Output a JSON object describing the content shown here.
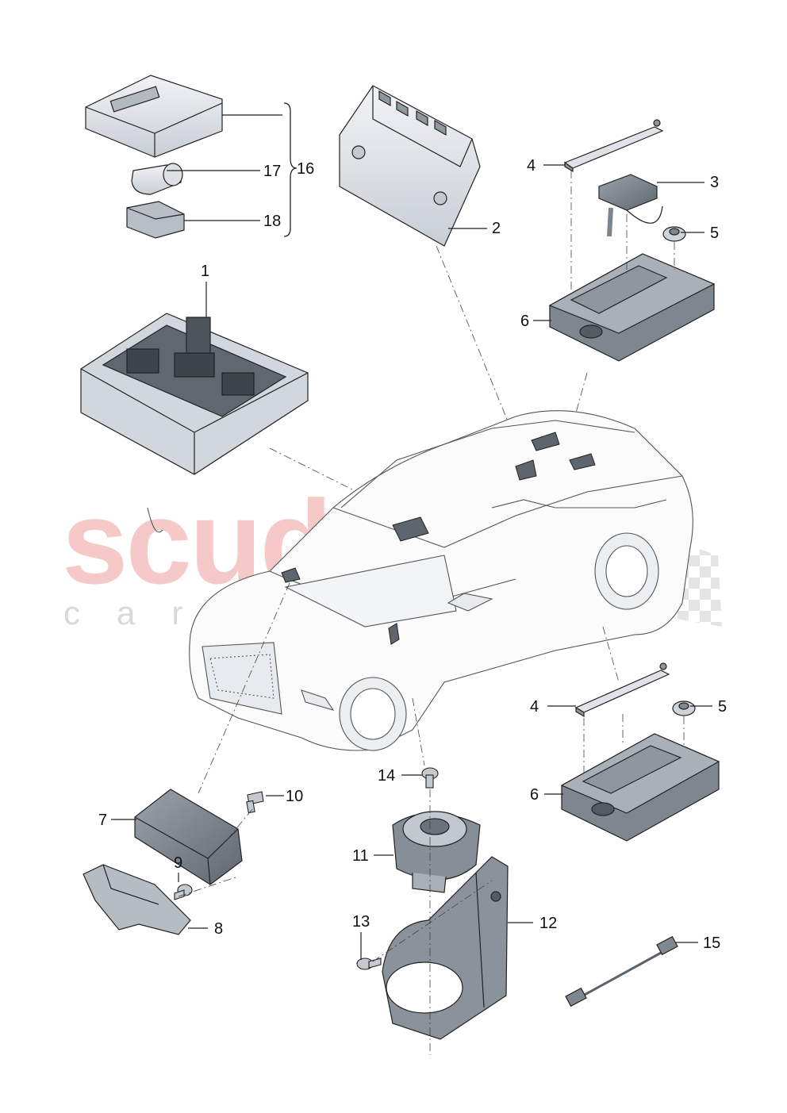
{
  "watermark": {
    "brand": "scuderia",
    "tagline": "car parts"
  },
  "colors": {
    "part_fill": "#e4e7ec",
    "part_dark": "#9ea5ad",
    "highlight": "#7c8590",
    "line": "#222222",
    "watermark": "#f3b8b8"
  },
  "callouts": [
    {
      "id": "c1",
      "text": "1"
    },
    {
      "id": "c2",
      "text": "2"
    },
    {
      "id": "c3",
      "text": "3"
    },
    {
      "id": "c4a",
      "text": "4"
    },
    {
      "id": "c4b",
      "text": "4"
    },
    {
      "id": "c5a",
      "text": "5"
    },
    {
      "id": "c5b",
      "text": "5"
    },
    {
      "id": "c6a",
      "text": "6"
    },
    {
      "id": "c6b",
      "text": "6"
    },
    {
      "id": "c7",
      "text": "7"
    },
    {
      "id": "c8",
      "text": "8"
    },
    {
      "id": "c9",
      "text": "9"
    },
    {
      "id": "c10",
      "text": "10"
    },
    {
      "id": "c11",
      "text": "11"
    },
    {
      "id": "c12",
      "text": "12"
    },
    {
      "id": "c13",
      "text": "13"
    },
    {
      "id": "c14",
      "text": "14"
    },
    {
      "id": "c15",
      "text": "15"
    },
    {
      "id": "c16",
      "text": "16"
    },
    {
      "id": "c17",
      "text": "17"
    },
    {
      "id": "c18",
      "text": "18"
    }
  ]
}
